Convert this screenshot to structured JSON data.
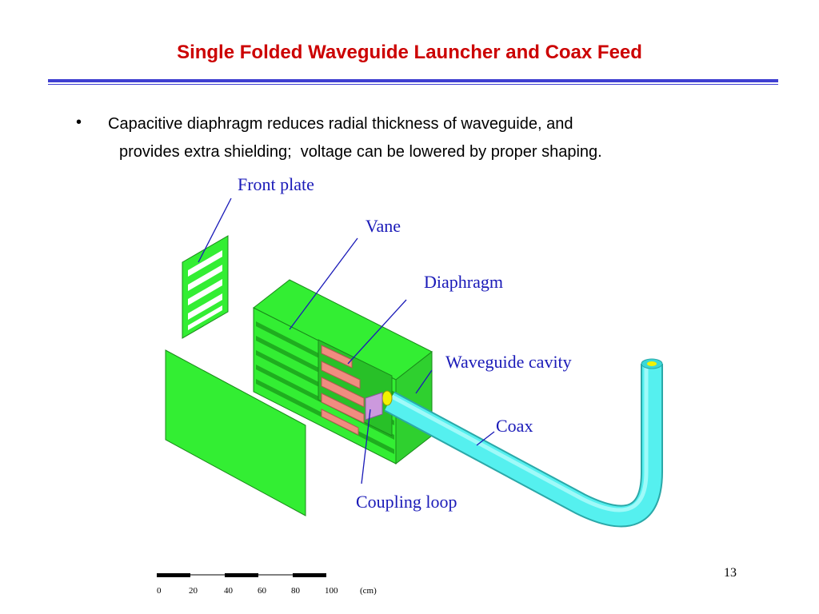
{
  "slide": {
    "title": "Single Folded Waveguide Launcher and Coax Feed",
    "bullet_line1": "Capacitive diaphragm reduces radial thickness of waveguide, and",
    "bullet_line2": "provides extra shielding;  voltage can be lowered by proper shaping.",
    "page_number": "13"
  },
  "diagram": {
    "labels": {
      "front_plate": "Front plate",
      "vane": "Vane",
      "diaphragm": "Diaphragm",
      "waveguide_cavity": "Waveguide cavity",
      "coax": "Coax",
      "coupling_loop": "Coupling loop"
    },
    "colors": {
      "body_green": "#33ee33",
      "dark_green": "#1fae1f",
      "diaphragm_pink": "#f08c80",
      "coax_cyan": "#55f0ef",
      "loop_violet": "#cc99dd",
      "leader_blue": "#1a1ab8"
    },
    "scale_bar": {
      "ticks": [
        "0",
        "20",
        "40",
        "60",
        "80",
        "100"
      ],
      "unit": "(cm)"
    }
  }
}
